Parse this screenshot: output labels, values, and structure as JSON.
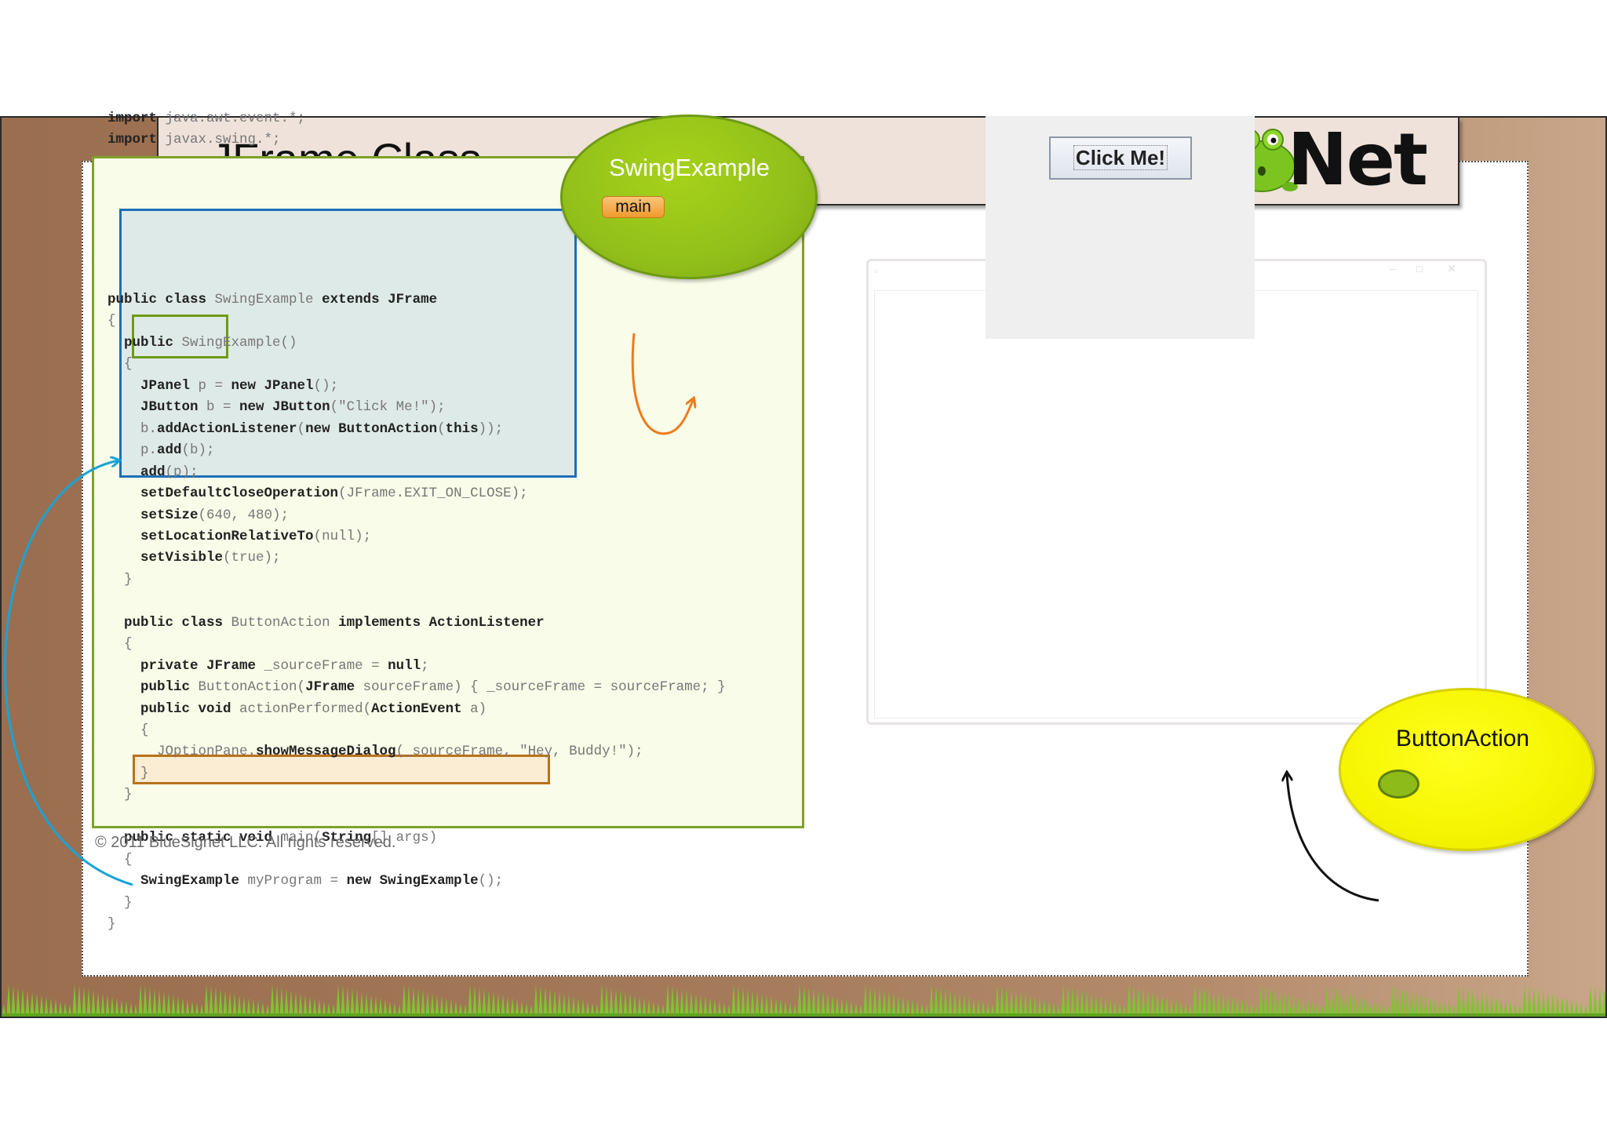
{
  "slide": {
    "title": "JFrame Class",
    "logo_text": "Net",
    "copyright": "© 2011 BlueSignet LLC. All rights reserved."
  },
  "code": {
    "imports": [
      {
        "kw": "import",
        "rest": " java.awt.event.*;"
      },
      {
        "kw": "import",
        "rest": " javax.swing.*;"
      }
    ],
    "lines": [
      [
        {
          "t": "public class",
          "k": 1
        },
        {
          "t": " SwingExample "
        },
        {
          "t": "extends JFrame",
          "k": 1
        }
      ],
      [
        {
          "t": "{"
        }
      ],
      [
        {
          "t": "  "
        },
        {
          "t": "public",
          "k": 1
        },
        {
          "t": " SwingExample()"
        }
      ],
      [
        {
          "t": "  {"
        }
      ],
      [
        {
          "t": "    "
        },
        {
          "t": "JPanel",
          "k": 1
        },
        {
          "t": " p = "
        },
        {
          "t": "new JPanel",
          "k": 1
        },
        {
          "t": "();"
        }
      ],
      [
        {
          "t": "    "
        },
        {
          "t": "JButton",
          "k": 1
        },
        {
          "t": " b = "
        },
        {
          "t": "new JButton",
          "k": 1
        },
        {
          "t": "(\"Click Me!\");"
        }
      ],
      [
        {
          "t": "    b."
        },
        {
          "t": "addActionListener",
          "k": 1
        },
        {
          "t": "("
        },
        {
          "t": "new ButtonAction",
          "k": 1
        },
        {
          "t": "("
        },
        {
          "t": "this",
          "k": 1
        },
        {
          "t": "));"
        }
      ],
      [
        {
          "t": "    p."
        },
        {
          "t": "add",
          "k": 1
        },
        {
          "t": "(b);"
        }
      ],
      [
        {
          "t": "    "
        },
        {
          "t": "add",
          "k": 1
        },
        {
          "t": "(p);"
        }
      ],
      [
        {
          "t": "    "
        },
        {
          "t": "setDefaultCloseOperation",
          "k": 1
        },
        {
          "t": "(JFrame.EXIT_ON_CLOSE);"
        }
      ],
      [
        {
          "t": "    "
        },
        {
          "t": "setSize",
          "k": 1
        },
        {
          "t": "(640, 480);"
        }
      ],
      [
        {
          "t": "    "
        },
        {
          "t": "setLocationRelativeTo",
          "k": 1
        },
        {
          "t": "(null);"
        }
      ],
      [
        {
          "t": "    "
        },
        {
          "t": "setVisible",
          "k": 1
        },
        {
          "t": "(true);"
        }
      ],
      [
        {
          "t": "  }"
        }
      ],
      [
        {
          "t": ""
        }
      ],
      [
        {
          "t": "  "
        },
        {
          "t": "public class",
          "k": 1
        },
        {
          "t": " ButtonAction "
        },
        {
          "t": "implements ActionListener",
          "k": 1
        }
      ],
      [
        {
          "t": "  {"
        }
      ],
      [
        {
          "t": "    "
        },
        {
          "t": "private JFrame",
          "k": 1
        },
        {
          "t": " _sourceFrame = "
        },
        {
          "t": "null",
          "k": 1
        },
        {
          "t": ";"
        }
      ],
      [
        {
          "t": "    "
        },
        {
          "t": "public",
          "k": 1
        },
        {
          "t": " ButtonAction("
        },
        {
          "t": "JFrame",
          "k": 1
        },
        {
          "t": " sourceFrame) { _sourceFrame = sourceFrame; }"
        }
      ],
      [
        {
          "t": "    "
        },
        {
          "t": "public void",
          "k": 1
        },
        {
          "t": " actionPerformed("
        },
        {
          "t": "ActionEvent",
          "k": 1
        },
        {
          "t": " a)"
        }
      ],
      [
        {
          "t": "    {"
        }
      ],
      [
        {
          "t": "      JOptionPane."
        },
        {
          "t": "showMessageDialog",
          "k": 1
        },
        {
          "t": "(_sourceFrame, \"Hey, Buddy!\");"
        }
      ],
      [
        {
          "t": "    }"
        }
      ],
      [
        {
          "t": "  }"
        }
      ],
      [
        {
          "t": ""
        }
      ],
      [
        {
          "t": "  "
        },
        {
          "t": "public static void",
          "k": 1
        },
        {
          "t": " main("
        },
        {
          "t": "String",
          "k": 1
        },
        {
          "t": "[] args)"
        }
      ],
      [
        {
          "t": "  {"
        }
      ],
      [
        {
          "t": "    "
        },
        {
          "t": "SwingExample",
          "k": 1
        },
        {
          "t": " myProgram = "
        },
        {
          "t": "new SwingExample",
          "k": 1
        },
        {
          "t": "();"
        }
      ],
      [
        {
          "t": "  }"
        }
      ],
      [
        {
          "t": "}"
        }
      ]
    ]
  },
  "bubbles": {
    "class_label": "SwingExample",
    "main_tag": "main",
    "action_label": "ButtonAction"
  },
  "demo_window": {
    "button_label": "Click Me!",
    "controls": [
      "–",
      "□",
      "✕"
    ]
  },
  "colors": {
    "outer_box": "#7ea12a",
    "constructor_box": "#1e6fb8",
    "main_box": "#b9711c",
    "class_bubble": "#92c01a",
    "action_bubble": "#f5f500",
    "arrow_blue": "#1aa3d6",
    "arrow_orange": "#ef7a1a",
    "arrow_black": "#111111"
  }
}
